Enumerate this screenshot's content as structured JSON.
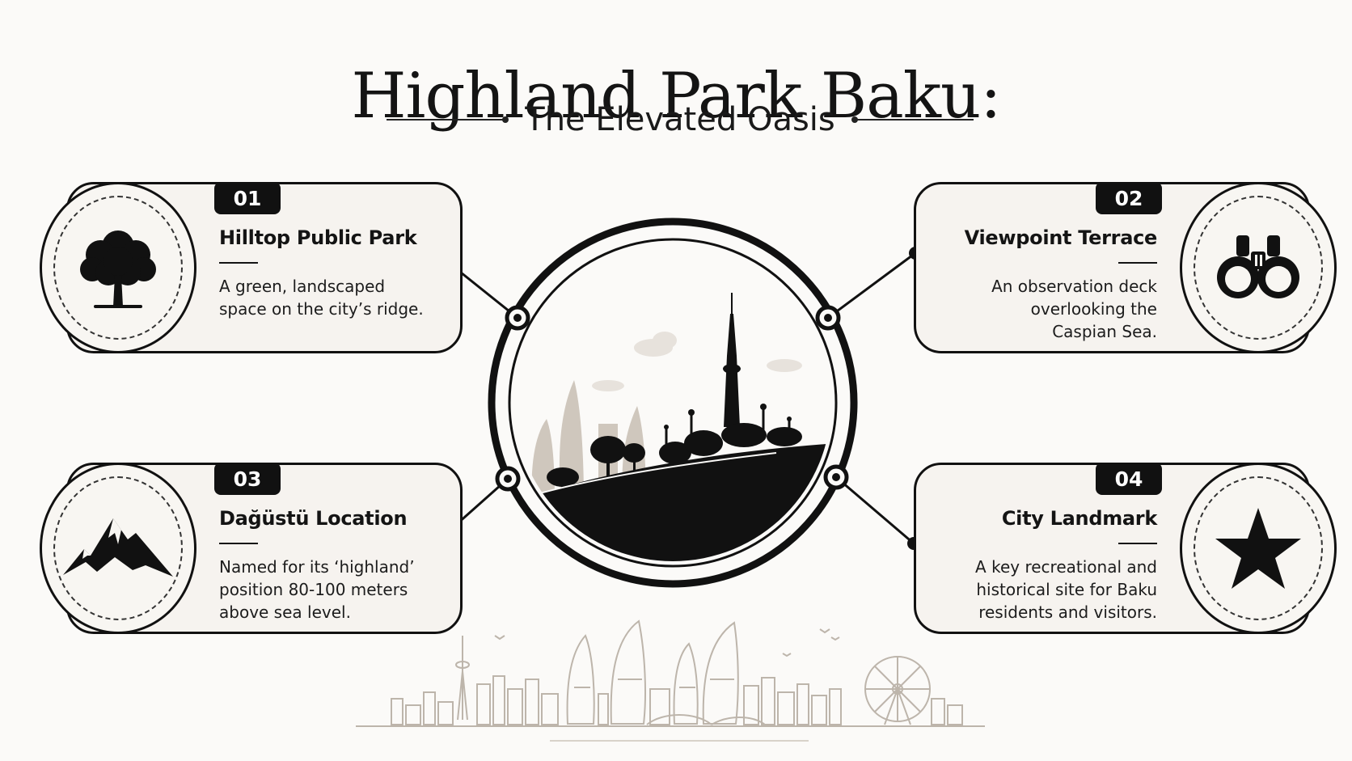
{
  "header": {
    "title": "Highland Park Baku:",
    "subtitle": "The Elevated Oasis"
  },
  "cards": [
    {
      "number": "01",
      "title": "Hilltop Public Park",
      "body_lines": [
        "A green, landscaped",
        "space on the city’s ridge."
      ],
      "icon": "tree-icon"
    },
    {
      "number": "02",
      "title": "Viewpoint Terrace",
      "body_lines": [
        "An observation deck",
        "overlooking the",
        "Caspian Sea."
      ],
      "icon": "binoculars-icon"
    },
    {
      "number": "03",
      "title": "Dağüstü Location",
      "body_lines": [
        "Named for its ‘highland’",
        "position 80-100 meters",
        "above sea level."
      ],
      "icon": "mountain-icon"
    },
    {
      "number": "04",
      "title": "City Landmark",
      "body_lines": [
        "A key recreational and",
        "historical site for Baku",
        "residents and visitors."
      ],
      "icon": "star-icon"
    }
  ],
  "colors": {
    "background": "#fbfaf8",
    "card_fill": "#f6f3ef",
    "ink": "#111111",
    "muted_skyline": "#bdb5ab"
  }
}
